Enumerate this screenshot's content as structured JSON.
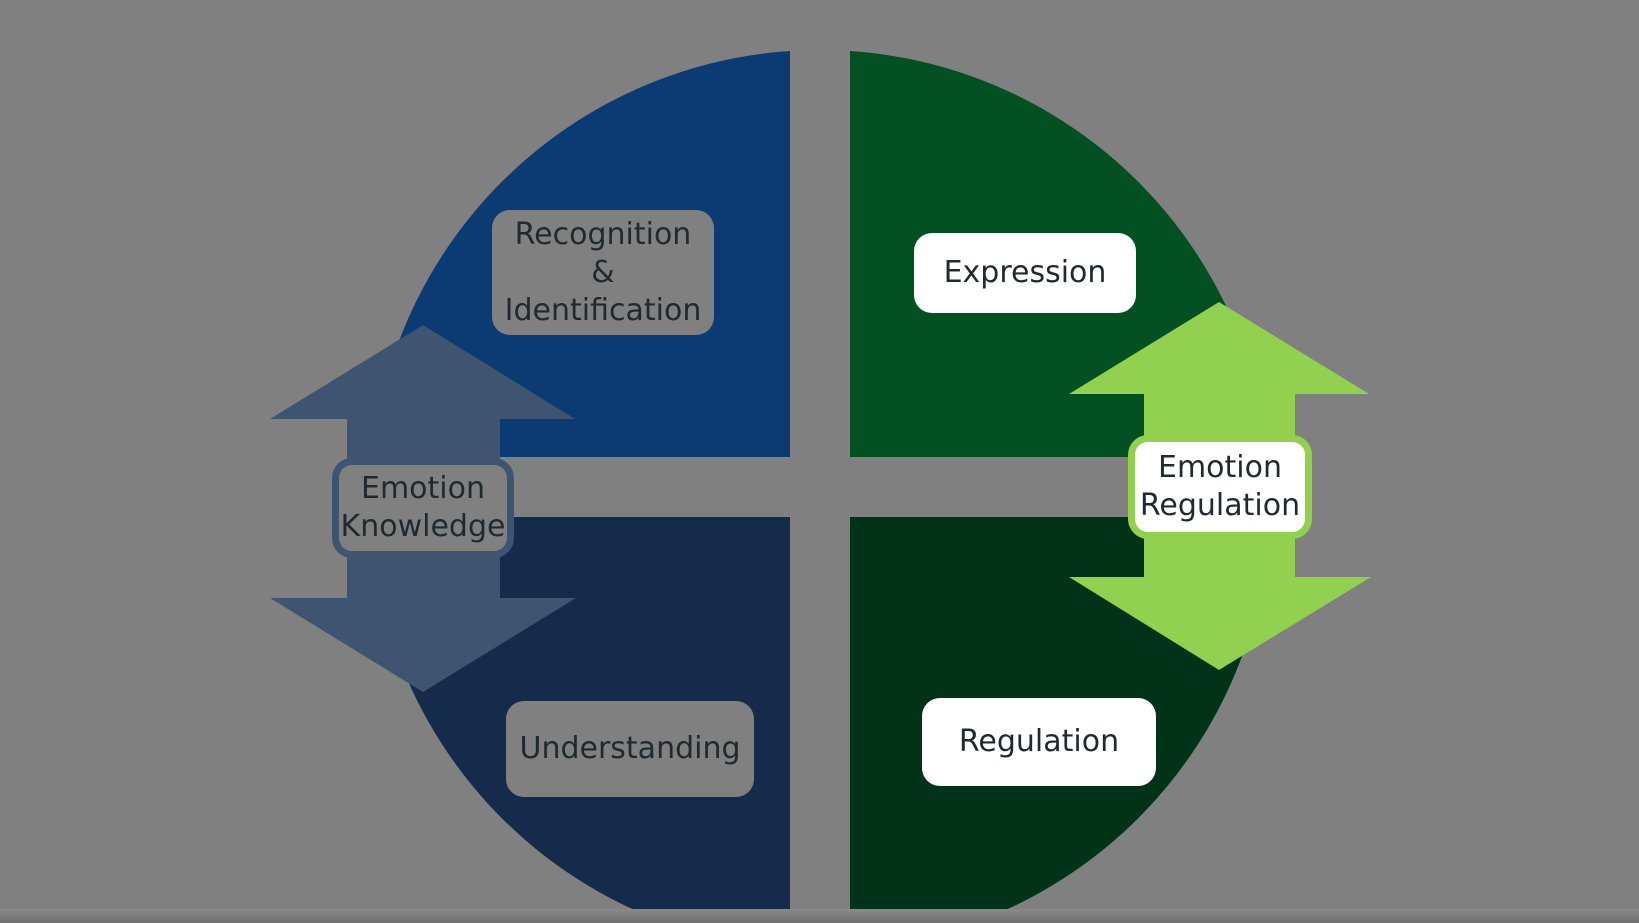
{
  "diagram": {
    "quadrants": {
      "top_left": {
        "label": "Recognition\n&\nIdentification",
        "color": "#0c3a73"
      },
      "bottom_left": {
        "label": "Understanding",
        "color": "#152b4b"
      },
      "top_right": {
        "label": "Expression",
        "color": "#035023"
      },
      "bottom_right": {
        "label": "Regulation",
        "color": "#003318"
      }
    },
    "left_arrow": {
      "label": "Emotion\nKnowledge",
      "color": "#3e5470"
    },
    "right_arrow": {
      "label": "Emotion\nRegulation",
      "color": "#92d050"
    },
    "background_color": "#808080"
  }
}
